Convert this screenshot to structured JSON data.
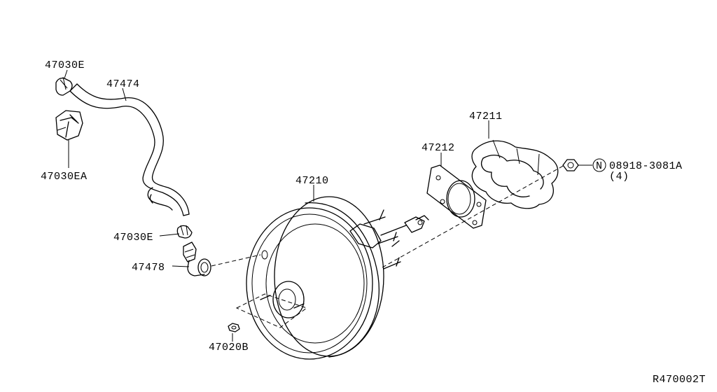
{
  "labels": {
    "hose_clamp_top": "47030E",
    "vacuum_hose": "47474",
    "hose_clamp_bracket": "47030EA",
    "hose_clamp_lower": "47030E",
    "check_valve": "47478",
    "nut_front": "47020B",
    "brake_booster": "47210",
    "gasket": "47212",
    "insulator": "47211",
    "nut_part_number": "08918-3081A",
    "nut_quantity": "(4)",
    "nut_symbol": "N",
    "figure_code": "R470002T"
  },
  "colors": {
    "line": "#000000",
    "background": "#ffffff"
  }
}
